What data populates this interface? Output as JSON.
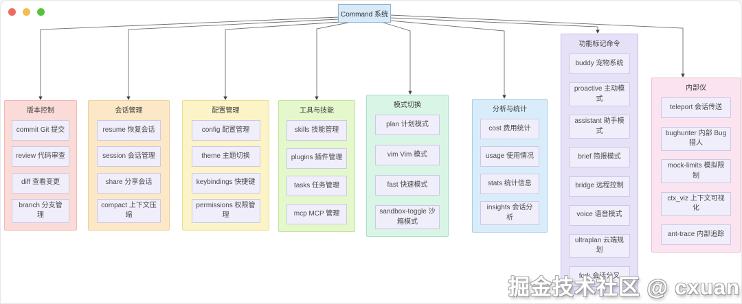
{
  "window": {
    "traffic_lights": [
      {
        "name": "close",
        "color": "#ee6a5f"
      },
      {
        "name": "minimize",
        "color": "#f5bd4f"
      },
      {
        "name": "zoom",
        "color": "#57c23c"
      }
    ]
  },
  "root_node": {
    "label": "Command 系统",
    "bg": "#d8eaf8",
    "border": "#8fb3cd"
  },
  "node_style": {
    "bg": "#efeefa",
    "border": "#cbc8e6",
    "text_color": "#4a4a4a"
  },
  "columns": [
    {
      "title": "版本控制",
      "bg": "#fbdbd8",
      "border": "#f0b9b3",
      "items": [
        "commit Git 提交",
        "review 代码审查",
        "diff 查看变更",
        "branch 分支管理"
      ]
    },
    {
      "title": "会话管理",
      "bg": "#fce8c6",
      "border": "#eccf9c",
      "items": [
        "resume 恢复会话",
        "session 会话管理",
        "share 分享会话",
        "compact 上下文压缩"
      ]
    },
    {
      "title": "配置管理",
      "bg": "#fcf4c7",
      "border": "#e8dd95",
      "items": [
        "config 配置管理",
        "theme 主题切换",
        "keybindings 快捷键",
        "permissions 权限管理"
      ]
    },
    {
      "title": "工具与技能",
      "bg": "#e4f8cc",
      "border": "#bfe59a",
      "items": [
        "skills 技能管理",
        "plugins 插件管理",
        "tasks 任务管理",
        "mcp MCP 管理"
      ]
    },
    {
      "title": "模式切换",
      "bg": "#d9f5e6",
      "border": "#a8dfc4",
      "items": [
        "plan 计划模式",
        "vim Vim 模式",
        "fast 快速模式",
        "sandbox-toggle 沙箱模式"
      ]
    },
    {
      "title": "分析与统计",
      "bg": "#d8edf9",
      "border": "#a9cfe8",
      "items": [
        "cost 费用统计",
        "usage 使用情况",
        "stats 统计信息",
        "insights 会话分析"
      ]
    },
    {
      "title": "功能标记命令",
      "bg": "#e7e1f8",
      "border": "#c4b8e8",
      "items": [
        "buddy 宠物系统",
        "proactive 主动模式",
        "assistant 助手模式",
        "brief 简报模式",
        "bridge 远程控制",
        "voice 语音模式",
        "ultraplan 云端规划",
        "fork 会话分叉"
      ]
    },
    {
      "title": "内部仪",
      "bg": "#fce3f0",
      "border": "#eebbd6",
      "items": [
        "teleport 会话传送",
        "bughunter 内部 Bug 猎人",
        "mock-limits 模拟限制",
        "ctx_viz 上下文可视化",
        "ant-trace 内部追踪"
      ]
    }
  ],
  "watermark": {
    "text": "掘金技术社区 @ cxuan",
    "color": "#ffffff"
  }
}
